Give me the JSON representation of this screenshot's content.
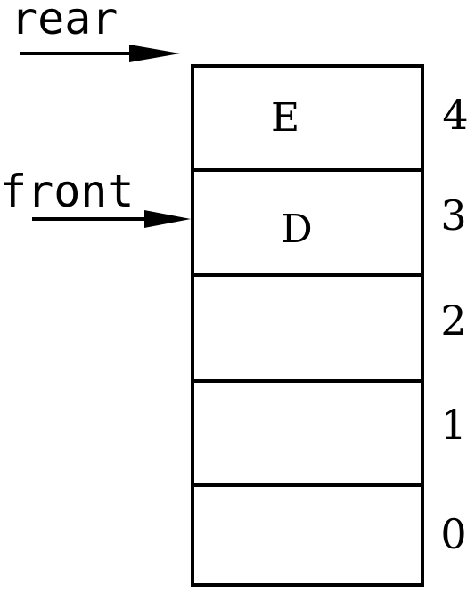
{
  "pointers": {
    "rear": {
      "label": "rear",
      "points_to_index": 4
    },
    "front": {
      "label": "front",
      "points_to_index": 3
    }
  },
  "queue": {
    "cells": [
      {
        "index_label": "4",
        "value": "E"
      },
      {
        "index_label": "3",
        "value": "D"
      },
      {
        "index_label": "2",
        "value": ""
      },
      {
        "index_label": "1",
        "value": ""
      },
      {
        "index_label": "0",
        "value": ""
      }
    ]
  },
  "colors": {
    "stroke": "#000000",
    "background": "#ffffff"
  }
}
